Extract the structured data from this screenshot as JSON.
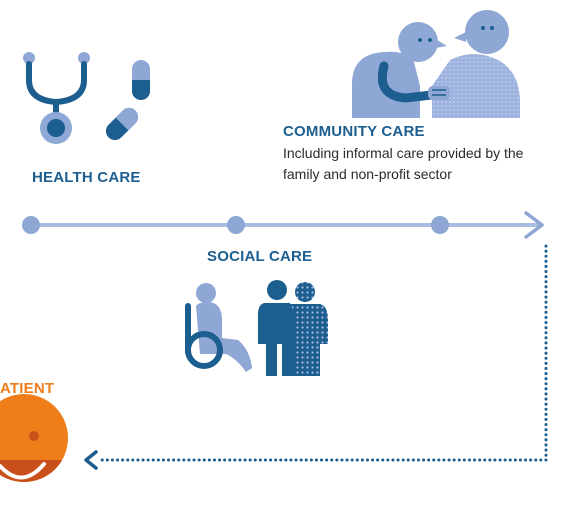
{
  "colors": {
    "dark_blue": "#1c5e8f",
    "light_blue": "#8ea7d4",
    "pale_blue": "#a9bde2",
    "orange": "#ef7d1a",
    "dark_orange": "#c9501a",
    "text": "#2b2b2b"
  },
  "health_care": {
    "title": "HEALTH CARE",
    "icons": [
      "stethoscope-icon",
      "pill-icon",
      "capsule-icon"
    ]
  },
  "community_care": {
    "title": "COMMUNITY CARE",
    "description_line1": "Including informal care provided by the",
    "description_line2": "family and non-profit sector",
    "icons": [
      "handshake-people-icon"
    ]
  },
  "social_care": {
    "title": "SOCIAL CARE",
    "icons": [
      "wheelchair-user-icon",
      "elderly-couple-icon"
    ]
  },
  "patient": {
    "title_visible": "ATIENT",
    "icons": [
      "smiling-face-icon"
    ]
  }
}
